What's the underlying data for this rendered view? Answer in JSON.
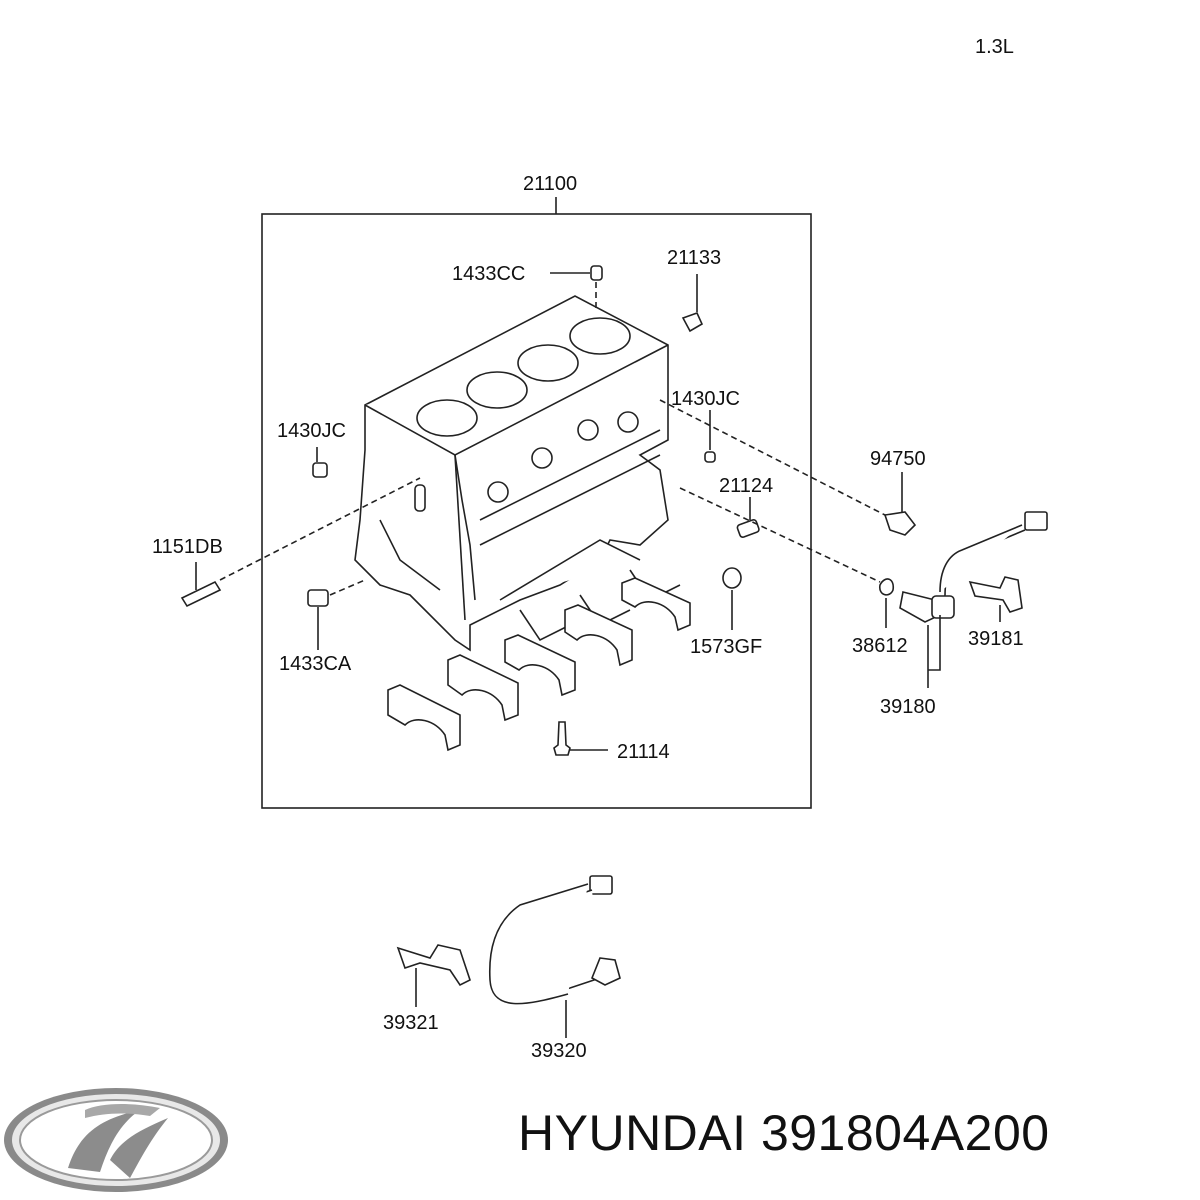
{
  "variant": "1.3L",
  "brand": {
    "name": "HYUNDAI",
    "part_number": "391804A200"
  },
  "callouts": [
    "21100",
    "1433CC",
    "21133",
    "1430JC",
    "1430JC",
    "94750",
    "21124",
    "1151DB",
    "1433CA",
    "1573GF",
    "38612",
    "39181",
    "39180",
    "21114",
    "39321",
    "39320"
  ]
}
